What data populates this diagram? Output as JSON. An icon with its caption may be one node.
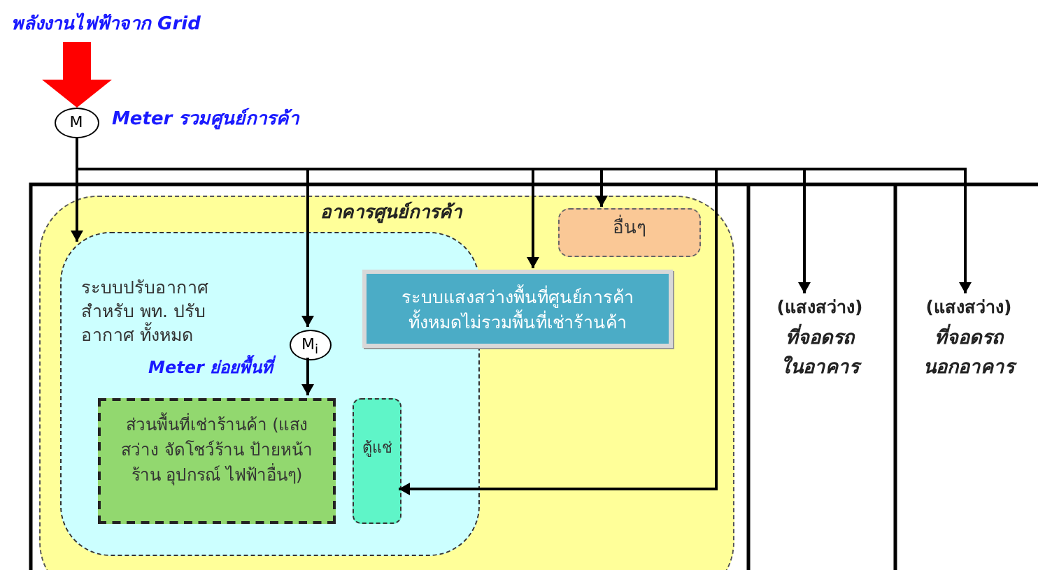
{
  "diagram": {
    "nodes": [
      {
        "text": [
          "พลังงานไฟฟ้าจาก Grid"
        ]
      },
      {
        "text": [
          "M"
        ],
        "beside": [
          "Meter รวมศูนย์การค้า"
        ]
      },
      {
        "text": [
          "อาคารศูนย์การค้า"
        ]
      },
      {
        "text": [
          "ระบบปรับอากาศ สำหรับ พท. ปรับอากาศ ทั้งหมด"
        ],
        "in": 2
      },
      {
        "text": [
          "M$_{i}$"
        ],
        "beside": [
          "Meter ย่อยพื้นที่"
        ],
        "in": 3
      },
      {
        "text": [
          "ส่วนพื้นที่เช่าร้านค้า (แสงสว่าง จัดโชว์ร้าน ป้ายหน้าร้าน อุปกรณ์ ไฟฟ้าอื่นๆ)"
        ],
        "in": 3
      },
      {
        "text": [
          "ตู้แช่"
        ],
        "in": 3
      },
      {
        "text": [
          "ระบบแสงสว่างพื้นที่ศูนย์การค้า ทั้งหมดไม่รวมพื้นที่เช่าร้านค้า"
        ],
        "in": 2
      },
      {
        "text": [
          "อื่นๆ"
        ],
        "in": 2
      },
      {
        "text": [
          "(แสงสว่าง)",
          "ที่จอดรถ ในอาคาร"
        ]
      },
      {
        "text": [
          "(แสงสว่าง)",
          "ที่จอดรถ นอกอาคาร"
        ]
      }
    ],
    "edges": [
      {
        "from": 0,
        "to": 1,
        "arrow": "to",
        "style": "thick",
        "color": "#ff0000"
      },
      {
        "from": 1,
        "to": 3,
        "arrow": "to"
      },
      {
        "from": 1,
        "to": 4,
        "arrow": "to"
      },
      {
        "from": 4,
        "to": 5,
        "arrow": "to"
      },
      {
        "from": 1,
        "to": 7,
        "arrow": "to"
      },
      {
        "from": 1,
        "to": 8,
        "arrow": "to"
      },
      {
        "from": 1,
        "to": 6,
        "arrow": "to"
      },
      {
        "from": 1,
        "to": 9,
        "arrow": "to"
      },
      {
        "from": 1,
        "to": 10,
        "arrow": "to"
      }
    ]
  }
}
